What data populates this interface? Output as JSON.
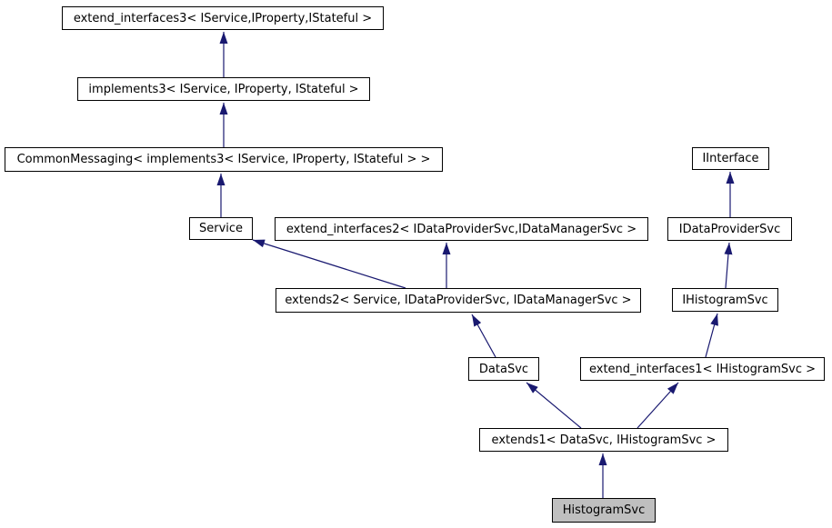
{
  "colors": {
    "arrow": "#191970",
    "node_border": "#000000",
    "node_bg": "#ffffff",
    "node_text": "#000000",
    "highlight_bg": "#bfbfbf",
    "page_bg": "#ffffff"
  },
  "diagram_type": "class-inheritance-graph",
  "nodes": [
    {
      "id": "extend_interfaces3",
      "label": "extend_interfaces3< IService,IProperty,IStateful >",
      "highlighted": false
    },
    {
      "id": "implements3",
      "label": "implements3< IService, IProperty, IStateful >",
      "highlighted": false
    },
    {
      "id": "CommonMessaging",
      "label": "CommonMessaging< implements3< IService, IProperty, IStateful > >",
      "highlighted": false
    },
    {
      "id": "Service",
      "label": "Service",
      "highlighted": false
    },
    {
      "id": "extend_interfaces2",
      "label": "extend_interfaces2< IDataProviderSvc,IDataManagerSvc >",
      "highlighted": false
    },
    {
      "id": "IInterface",
      "label": "IInterface",
      "highlighted": false
    },
    {
      "id": "IDataProviderSvc",
      "label": "IDataProviderSvc",
      "highlighted": false
    },
    {
      "id": "extends2",
      "label": "extends2< Service, IDataProviderSvc, IDataManagerSvc >",
      "highlighted": false
    },
    {
      "id": "IHistogramSvc",
      "label": "IHistogramSvc",
      "highlighted": false
    },
    {
      "id": "DataSvc",
      "label": "DataSvc",
      "highlighted": false
    },
    {
      "id": "extend_interfaces1",
      "label": "extend_interfaces1< IHistogramSvc >",
      "highlighted": false
    },
    {
      "id": "extends1",
      "label": "extends1< DataSvc, IHistogramSvc >",
      "highlighted": false
    },
    {
      "id": "HistogramSvc",
      "label": "HistogramSvc",
      "highlighted": true
    }
  ],
  "edges": [
    {
      "from": "implements3",
      "to": "extend_interfaces3"
    },
    {
      "from": "CommonMessaging",
      "to": "implements3"
    },
    {
      "from": "Service",
      "to": "CommonMessaging"
    },
    {
      "from": "extends2",
      "to": "Service"
    },
    {
      "from": "extends2",
      "to": "extend_interfaces2"
    },
    {
      "from": "IDataProviderSvc",
      "to": "IInterface"
    },
    {
      "from": "IHistogramSvc",
      "to": "IDataProviderSvc"
    },
    {
      "from": "DataSvc",
      "to": "extends2"
    },
    {
      "from": "extend_interfaces1",
      "to": "IHistogramSvc"
    },
    {
      "from": "extends1",
      "to": "DataSvc"
    },
    {
      "from": "extends1",
      "to": "extend_interfaces1"
    },
    {
      "from": "HistogramSvc",
      "to": "extends1"
    }
  ]
}
